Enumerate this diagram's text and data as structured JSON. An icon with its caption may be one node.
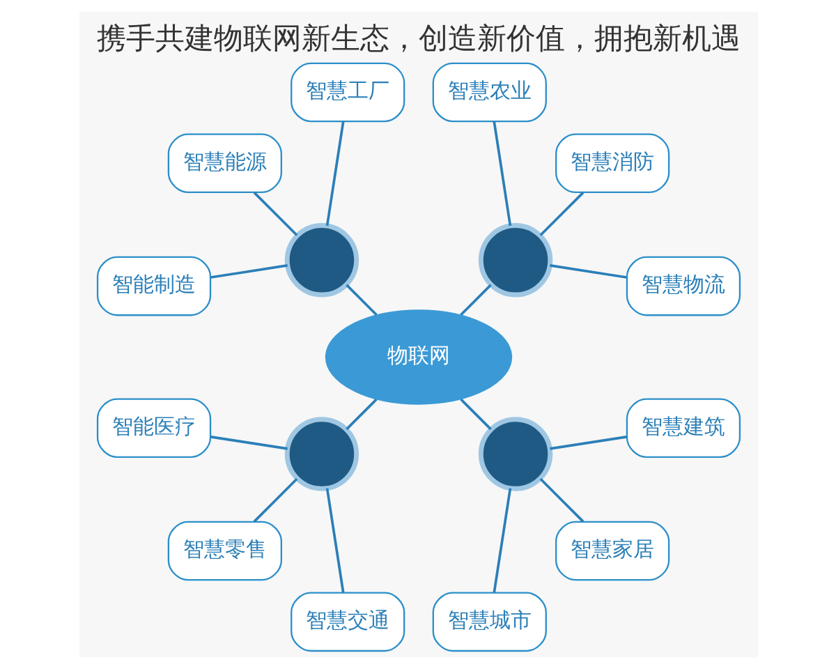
{
  "diagram": {
    "title": "携手共建物联网新生态，创造新价值，拥抱新机遇",
    "nodes": [
      {
        "text": [
          "物联网"
        ]
      },
      {
        "text": [],
        "shape": "circle"
      },
      {
        "text": [
          "智慧物流"
        ]
      },
      {
        "text": [
          "智慧消防"
        ]
      },
      {
        "text": [
          "智慧农业"
        ]
      },
      {
        "text": [],
        "shape": "circle"
      },
      {
        "text": [
          "智慧工厂"
        ]
      },
      {
        "text": [
          "智慧能源"
        ]
      },
      {
        "text": [
          "智能制造"
        ]
      },
      {
        "text": [],
        "shape": "circle"
      },
      {
        "text": [
          "智能医疗"
        ]
      },
      {
        "text": [
          "智慧零售"
        ]
      },
      {
        "text": [
          "智慧交通"
        ]
      },
      {
        "text": [],
        "shape": "circle"
      },
      {
        "text": [
          "智慧城市"
        ]
      },
      {
        "text": [
          "智慧家居"
        ]
      },
      {
        "text": [
          "智慧建筑"
        ]
      }
    ],
    "edges": [
      {
        "from": 0,
        "to": 1,
        "arrow": "none"
      },
      {
        "from": 0,
        "to": 5,
        "arrow": "none"
      },
      {
        "from": 0,
        "to": 9,
        "arrow": "none"
      },
      {
        "from": 0,
        "to": 13,
        "arrow": "none"
      },
      {
        "from": 1,
        "to": 2,
        "arrow": "none"
      },
      {
        "from": 1,
        "to": 3,
        "arrow": "none"
      },
      {
        "from": 1,
        "to": 4,
        "arrow": "none"
      },
      {
        "from": 5,
        "to": 6,
        "arrow": "none"
      },
      {
        "from": 5,
        "to": 7,
        "arrow": "none"
      },
      {
        "from": 5,
        "to": 8,
        "arrow": "none"
      },
      {
        "from": 9,
        "to": 10,
        "arrow": "none"
      },
      {
        "from": 9,
        "to": 11,
        "arrow": "none"
      },
      {
        "from": 9,
        "to": 12,
        "arrow": "none"
      },
      {
        "from": 13,
        "to": 14,
        "arrow": "none"
      },
      {
        "from": 13,
        "to": 15,
        "arrow": "none"
      },
      {
        "from": 13,
        "to": 16,
        "arrow": "none"
      }
    ]
  }
}
